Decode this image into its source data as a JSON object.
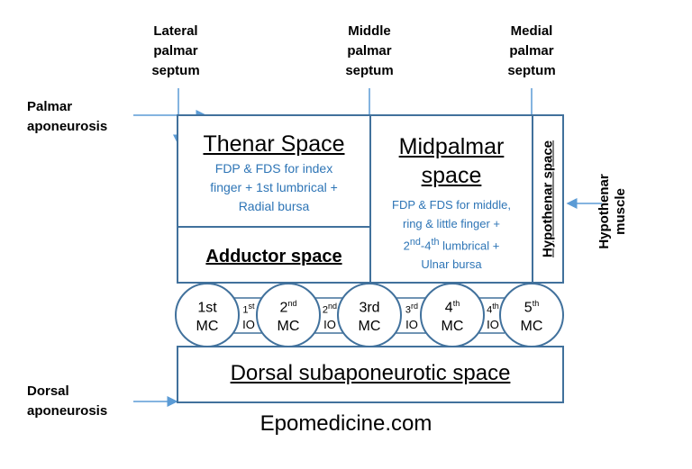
{
  "septa": {
    "lateral": [
      "Lateral",
      "palmar",
      "septum"
    ],
    "middle": [
      "Middle",
      "palmar",
      "septum"
    ],
    "medial": [
      "Medial",
      "palmar",
      "septum"
    ]
  },
  "side_labels": {
    "palmar_aponeurosis": [
      "Palmar",
      "aponeurosis"
    ],
    "dorsal_aponeurosis": [
      "Dorsal",
      "aponeurosis"
    ],
    "hypothenar_muscle": "Hypothenar muscle"
  },
  "spaces": {
    "thenar": {
      "title": "Thenar Space",
      "contents": [
        "FDP & FDS for index",
        "finger + 1st lumbrical +",
        "Radial bursa"
      ]
    },
    "adductor": {
      "title": "Adductor space"
    },
    "midpalmar": {
      "title": [
        "Midpalmar",
        "space"
      ],
      "contents": [
        "FDP & FDS for middle,",
        "ring & little finger +",
        "-4",
        " lumbrical +",
        "Ulnar bursa"
      ],
      "sup_nd": "nd",
      "sup_th": "th",
      "num_2": "2",
      "num_4": "4"
    },
    "hypothenar": {
      "title": "Hypothenar space"
    },
    "dorsal": {
      "title": "Dorsal subaponeurotic space"
    }
  },
  "metacarpals": [
    {
      "num": "1st",
      "sup": "",
      "label": "MC"
    },
    {
      "num": "2",
      "sup": "nd",
      "label": "MC"
    },
    {
      "num": "3rd",
      "sup": "",
      "label": "MC"
    },
    {
      "num": "4",
      "sup": "th",
      "label": "MC"
    },
    {
      "num": "5",
      "sup": "th",
      "label": "MC"
    }
  ],
  "interossei": [
    {
      "num": "1",
      "sup": "st",
      "label": "IO"
    },
    {
      "num": "2",
      "sup": "nd",
      "label": "IO"
    },
    {
      "num": "3",
      "sup": "rd",
      "label": "IO"
    },
    {
      "num": "4",
      "sup": "th",
      "label": "IO"
    }
  ],
  "watermark": "Epomedicine.com",
  "colors": {
    "border": "#41719c",
    "arrow": "#5b9bd5",
    "content_text": "#2e75b6"
  }
}
